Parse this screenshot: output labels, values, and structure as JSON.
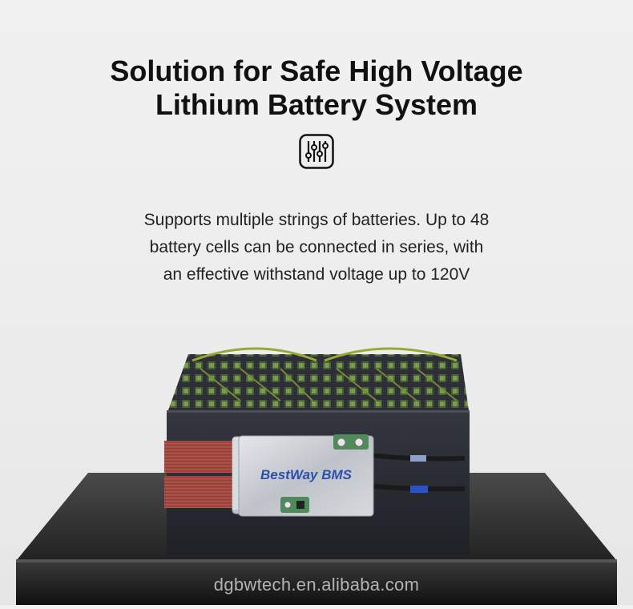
{
  "heading": {
    "line1": "Solution for Safe High Voltage",
    "line2": "Lithium Battery System"
  },
  "icon": "sliders-icon",
  "description": {
    "line1": "Supports multiple strings of batteries. Up to 48",
    "line2": "battery cells can be connected in series, with",
    "line3": "an effective withstand voltage up to 120V"
  },
  "product": {
    "bms_brand": "BestWay BMS"
  },
  "watermark": "dgbwtech.en.alibaba.com",
  "colors": {
    "title": "#111111",
    "text": "#222222",
    "pedestal": "#1a1a1a",
    "battery": "#2a2c33",
    "copper": "#b5524a",
    "board": "#c9ccd1",
    "brand_blue": "#2a4fb0"
  }
}
